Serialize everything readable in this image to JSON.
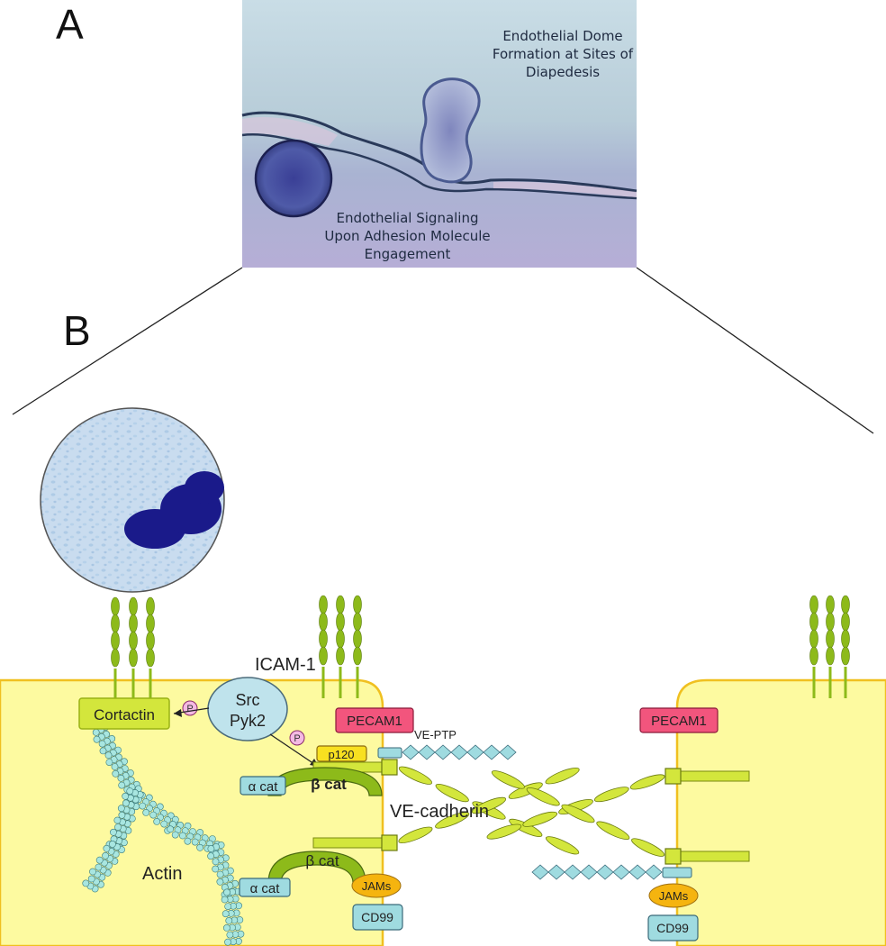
{
  "panels": {
    "a": "A",
    "b": "B"
  },
  "micrograph": {
    "caption_top": [
      "Endothelial Dome",
      "Formation at Sites of",
      "Diapedesis"
    ],
    "caption_bottom": [
      "Endothelial Signaling",
      "Upon Adhesion Molecule",
      "Engagement"
    ]
  },
  "labels": {
    "icam": "ICAM-1",
    "cortactin": "Cortactin",
    "src": "Src",
    "pyk2": "Pyk2",
    "phospho": "P",
    "pecam_left": "PECAM1",
    "pecam_right": "PECAM1",
    "veptp": "VE-PTP",
    "p120": "p120",
    "alpha_cat_top": "α cat",
    "alpha_cat_bottom": "α cat",
    "beta_cat_top": "β cat",
    "beta_cat_bottom": "β cat",
    "vecadherin": "VE-cadherin",
    "actin": "Actin",
    "jams_left": "JAMs",
    "jams_right": "JAMs",
    "cd99_left": "CD99",
    "cd99_right": "CD99"
  },
  "colors": {
    "cell_fill": "#fdfaa0",
    "cell_border": "#f0c020",
    "receptor_green": "#8dba1a",
    "pecam": "#f2557d",
    "cyan_box": "#9fdbe0",
    "jams": "#f5b40f",
    "actin_bead": "#a8e6e0",
    "leukocyte_nucleus": "#1a1a8a"
  }
}
